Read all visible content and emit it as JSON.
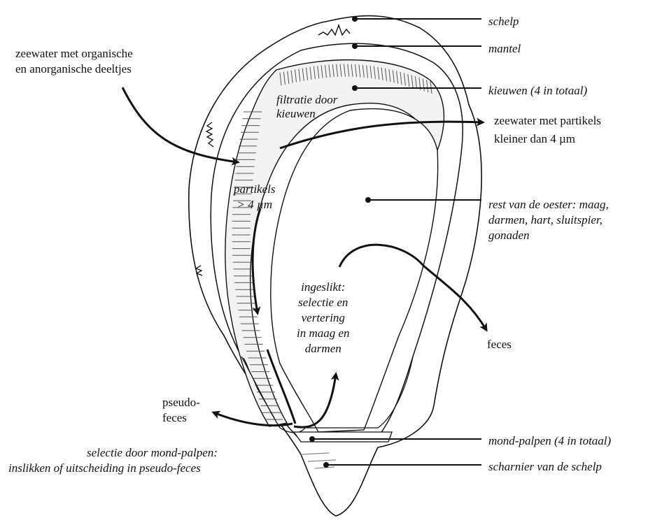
{
  "labels": {
    "schelp": "schelp",
    "mantel": "mantel",
    "kieuwen": "kieuwen (4 in totaal)",
    "zeewater_in_1": "zeewater met organische",
    "zeewater_in_2": "en anorganische deeltjes",
    "filtratie_1": "filtratie door",
    "filtratie_2": "kieuwen",
    "zeewater_out_1": "zeewater met partikels",
    "zeewater_out_2": "kleiner dan 4 µm",
    "partikels_1": "partikels",
    "partikels_2": "> 4 µm",
    "rest_1": "rest van de oester: maag,",
    "rest_2": "darmen, hart, sluitspier,",
    "rest_3": "gonaden",
    "ingeslikt_1": "ingeslikt:",
    "ingeslikt_2": "selectie en",
    "ingeslikt_3": "vertering",
    "ingeslikt_4": "in maag en",
    "ingeslikt_5": "darmen",
    "feces": "feces",
    "pseudo_1": "pseudo-",
    "pseudo_2": "feces",
    "selectie_1": "selectie door mond-palpen:",
    "selectie_2": "inslikken of uitscheiding in pseudo-feces",
    "mondpalpen": "mond-palpen (4 in totaal)",
    "scharnier": "scharnier van de schelp"
  },
  "colors": {
    "ink": "#111111",
    "hatch": "#555555",
    "background": "#ffffff"
  }
}
